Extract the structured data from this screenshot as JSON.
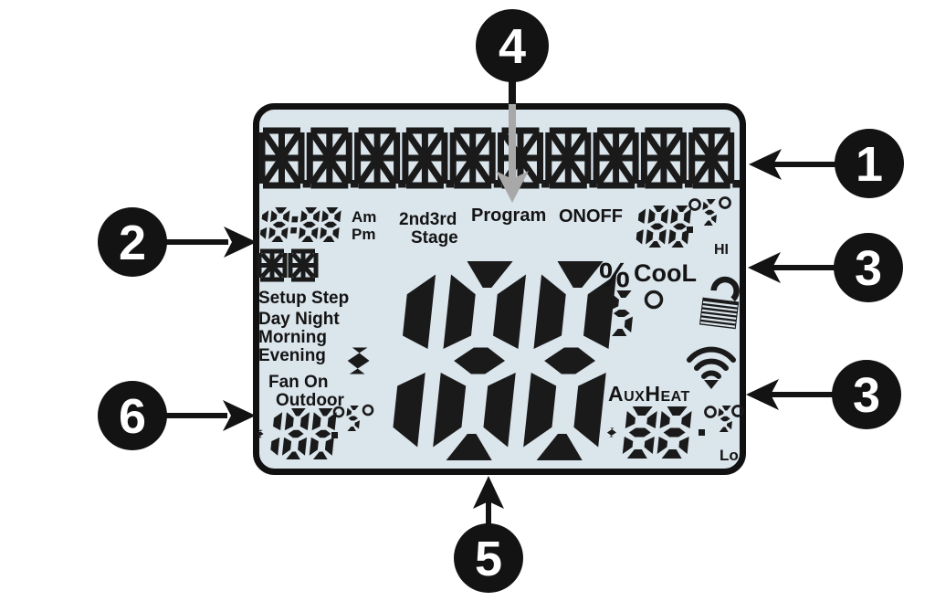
{
  "title": "Thermostat LCD display callout diagram",
  "colors": {
    "lcd_bg": "#dbe5ec",
    "segment": "#1a1a1a",
    "border": "#111111",
    "callout_fill": "#131313",
    "callout_text": "#ffffff",
    "arrow_gray": "#a8a8a8"
  },
  "lcd": {
    "alnum_row": {
      "char_count": 10,
      "state": "all-segments-on"
    },
    "clock": {
      "time": "18:88",
      "am": "Am",
      "pm": "Pm"
    },
    "stage": {
      "line1": "2nd3rd",
      "line2": "Stage"
    },
    "program": "Program",
    "onoff": "ONOFF",
    "hi_setpoint": {
      "value": "188",
      "decimal_point": ".",
      "deg_left": "°",
      "fc_digit": "5",
      "deg_right": "°",
      "label": "HI"
    },
    "cool": "CooL",
    "percent": "%",
    "main_temp": {
      "value": "-188",
      "decimal_point": ".",
      "decimal_digit": "5",
      "degree": "°"
    },
    "indicator_pair": {
      "char_count": 2,
      "state": "all-segments-on"
    },
    "left_indicators": [
      "Setup Step",
      "Day Night",
      "Morning",
      "Evening",
      "Fan On",
      "Outdoor"
    ],
    "outdoor_temp": {
      "value": "-188",
      "decimal_point": ".",
      "deg_left": "°",
      "fc_digit": "5",
      "deg_right": "°"
    },
    "aux_heat": "AuxHeat",
    "lo_setpoint": {
      "value": "-88",
      "decimal_point": ".",
      "deg_left": "°",
      "fc_digit": "5",
      "deg_right": "°",
      "label": "Lo"
    },
    "icons": [
      {
        "name": "lock-icon"
      },
      {
        "name": "wifi-icon"
      }
    ]
  },
  "callouts": {
    "c1": "1",
    "c2": "2",
    "c3a": "3",
    "c3b": "3",
    "c4": "4",
    "c5": "5",
    "c6": "6"
  }
}
